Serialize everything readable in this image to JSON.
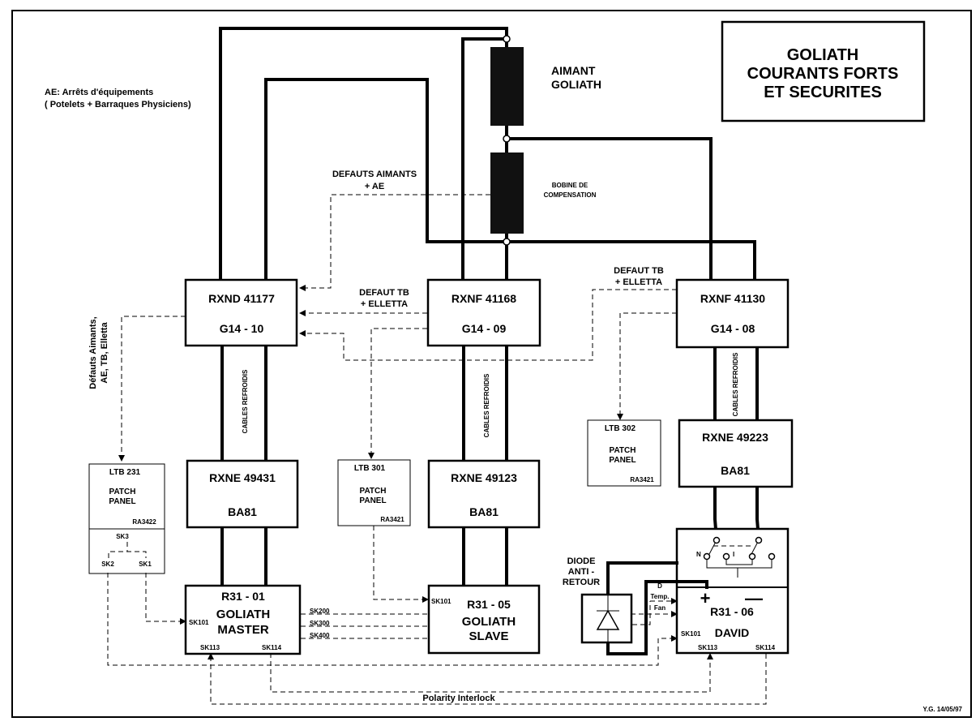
{
  "title": [
    "GOLIATH",
    "COURANTS FORTS",
    "ET SECURITES"
  ],
  "legend_ae": [
    "AE: Arrêts d'équipements",
    "( Potelets + Barraques Physiciens)"
  ],
  "aimant": [
    "AIMANT",
    "GOLIATH"
  ],
  "bobine": [
    "BOBINE DE",
    "COMPENSATION"
  ],
  "defauts_aimants_ae": [
    "DEFAUTS AIMANTS",
    "+ AE"
  ],
  "defaut_tb_elletta_1": [
    "DEFAUT TB",
    "+ ELLETTA"
  ],
  "defaut_tb_elletta_2": [
    "DEFAUT TB",
    "+ ELLETTA"
  ],
  "defauts_vertical": [
    "Défauts Aimants,",
    "AE, TB, Elletta"
  ],
  "rxnd": [
    "RXND 41177",
    "G14 - 10"
  ],
  "rxnf1": [
    "RXNF 41168",
    "G14 - 09"
  ],
  "rxnf2": [
    "RXNF 41130",
    "G14 - 08"
  ],
  "cables": "CABLES REFROIDIS",
  "rxne1": [
    "RXNE 49431",
    "BA81"
  ],
  "rxne2": [
    "RXNE 49123",
    "BA81"
  ],
  "rxne3": [
    "RXNE 49223",
    "BA81"
  ],
  "ltb231": {
    "name": "LTB 231",
    "line1": "PATCH",
    "line2": "PANEL",
    "ref": "RA3422",
    "sk3": "SK3",
    "sk2": "SK2",
    "sk1": "SK1"
  },
  "ltb301": {
    "name": "LTB 301",
    "line1": "PATCH",
    "line2": "PANEL",
    "ref": "RA3421"
  },
  "ltb302": {
    "name": "LTB 302",
    "line1": "PATCH",
    "line2": "PANEL",
    "ref": "RA3421"
  },
  "r31_01": {
    "name": "R31 - 01",
    "l1": "GOLIATH",
    "l2": "MASTER",
    "sk101": "SK101",
    "sk113": "SK113",
    "sk114": "SK114"
  },
  "sk_links": [
    "SK200",
    "SK300",
    "SK400"
  ],
  "r31_05": {
    "name": "R31 - 05",
    "l1": "GOLIATH",
    "l2": "SLAVE",
    "sk101": "SK101"
  },
  "r31_06": {
    "name": "R31 - 06",
    "l1": "DAVID",
    "sk101": "SK101",
    "sk113": "SK113",
    "sk114": "SK114",
    "plus": "+",
    "minus": "—"
  },
  "switch_n": "N",
  "switch_i": "I",
  "diode": [
    "DIODE",
    "ANTI -",
    "RETOUR"
  ],
  "d_temp_fan": [
    "D",
    "Temp.",
    "Fan"
  ],
  "polarity": "Polarity Interlock",
  "signature": "Y.G. 14/05/97"
}
